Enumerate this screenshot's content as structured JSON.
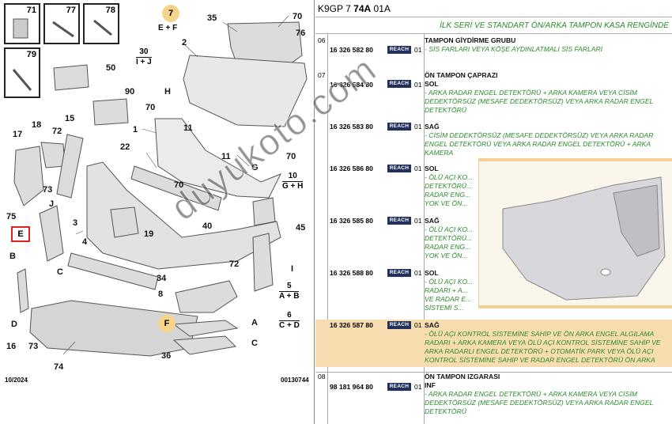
{
  "diagram": {
    "thumbnails": [
      {
        "label": "71"
      },
      {
        "label": "77"
      },
      {
        "label": "78"
      },
      {
        "label": "79"
      }
    ],
    "callouts": [
      "35",
      "70",
      "76",
      "2",
      "50",
      "90",
      "30",
      "70",
      "H",
      "11",
      "1",
      "11",
      "G",
      "70",
      "17",
      "18",
      "72",
      "15",
      "73",
      "75",
      "22",
      "70",
      "J",
      "19",
      "3",
      "40",
      "45",
      "B",
      "72",
      "I",
      "4",
      "34",
      "C",
      "8",
      "D",
      "73",
      "36",
      "16",
      "74",
      "A",
      "C"
    ],
    "group_labels": [
      {
        "num": "7",
        "letters": "E + F"
      },
      {
        "num": "30",
        "letters": "I + J"
      },
      {
        "num": "10",
        "letters": "G + H"
      },
      {
        "num": "5",
        "letters": "A + B"
      },
      {
        "num": "6",
        "letters": "C + D"
      }
    ],
    "circle_F": "F",
    "box_E": "E",
    "date": "10/2024",
    "figure_code": "00130744"
  },
  "catalog": {
    "header_code_pre": "K9GP 7",
    "header_code_bold": "74A",
    "header_code_post": "01A",
    "subtitle": "İLK SERİ VE STANDART ÖN/ARKA TAMPON KASA RENGİNDE",
    "reach_label": "REACH",
    "rows": [
      {
        "group": "06",
        "ref": "16 326 582 80",
        "qty": "01",
        "title": "TAMPON GİYDİRME GRUBU",
        "desc": "- SİS FARLARI VEYA KÖŞE AYDINLATMALI SİS FARLARI"
      },
      {
        "group": "07",
        "ref": "16 326 584 80",
        "qty": "01",
        "title": "ÖN TAMPON ÇAPRAZI",
        "side": "SOL",
        "desc": "- ARKA RADAR ENGEL DETEKTÖRÜ + ARKA KAMERA VEYA CİSİM DEDEKTÖRSÜZ (MESAFE DEDEKTÖRSÜZ) VEYA ARKA RADAR ENGEL DETEKTÖRÜ"
      },
      {
        "group": "",
        "ref": "16 326 583 80",
        "qty": "01",
        "side": "SAĞ",
        "desc": "- CİSİM DEDEKTÖRSÜZ (MESAFE DEDEKTÖRSÜZ) VEYA ARKA RADAR ENGEL DETEKTÖRÜ VEYA ARKA RADAR ENGEL DETEKTÖRÜ + ARKA KAMERA"
      },
      {
        "group": "",
        "ref": "16 326 586 80",
        "qty": "01",
        "side": "SOL",
        "desc": "- ÖLÜ AÇI KO... DETEKTÖRÜ... RADAR ENG... YOK VE ÖN..."
      },
      {
        "group": "",
        "ref": "16 326 585 80",
        "qty": "01",
        "side": "SAĞ",
        "desc": "- ÖLÜ AÇI KO... DETEKTÖRÜ... RADAR ENG... YOK VE ÖN..."
      },
      {
        "group": "",
        "ref": "16 326 588 80",
        "qty": "01",
        "side": "SOL",
        "desc": "- ÖLÜ AÇI KO... RADARI + A... VE RADAR E... SİSTEMİ S..."
      },
      {
        "group": "",
        "ref": "16 326 587 80",
        "qty": "01",
        "side": "SAĞ",
        "desc": "- ÖLÜ AÇI KONTROL SİSTEMİNE SAHİP VE ÖN ARKA ENGEL ALGILAMA RADARI + ARKA KAMERA VEYA ÖLÜ AÇI KONTROL SİSTEMİNE SAHİP VE ARKA RADARLI ENGEL DETEKTÖRÜ + OTOMATİK PARK VEYA ÖLÜ AÇI KONTROL SİSTEMİNE SAHİP VE RADAR ENGEL DETEKTÖRÜ ÖN ARKA"
      },
      {
        "group": "08",
        "ref": "98 181 964 80",
        "qty": "01",
        "title": "ÖN TAMPON IZGARASI",
        "side": "INF",
        "desc": "- ARKA RADAR ENGEL DETEKTÖRÜ + ARKA KAMERA VEYA CİSİM DEDEKTÖRSÜZ (MESAFE DEDEKTÖRSÜZ) VEYA ARKA RADAR ENGEL DETEKTÖRÜ"
      }
    ]
  },
  "watermark": "duyukoto.com"
}
